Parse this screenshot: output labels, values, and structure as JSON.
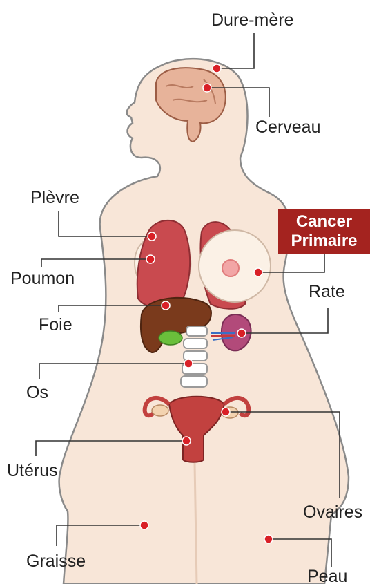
{
  "labels": {
    "dura_mater": "Dure-mère",
    "brain": "Cerveau",
    "pleura": "Plèvre",
    "lung": "Poumon",
    "liver": "Foie",
    "bone": "Os",
    "uterus": "Utérus",
    "fat": "Graisse",
    "spleen": "Rate",
    "ovaries": "Ovaires",
    "skin": "Peau"
  },
  "callout": {
    "line1": "Cancer",
    "line2": "Primaire"
  },
  "colors": {
    "body_fill": "#f8e6d8",
    "body_outline": "#8a8a8a",
    "marker": "#d92027",
    "leader_line": "#333333",
    "callout_bg": "#a4231f",
    "lung": "#c94a4f",
    "liver": "#7a3a1c",
    "gallbladder": "#6abf3b",
    "spleen": "#b24a7a",
    "uterus": "#c2413f",
    "brain": "#e7b39a"
  }
}
